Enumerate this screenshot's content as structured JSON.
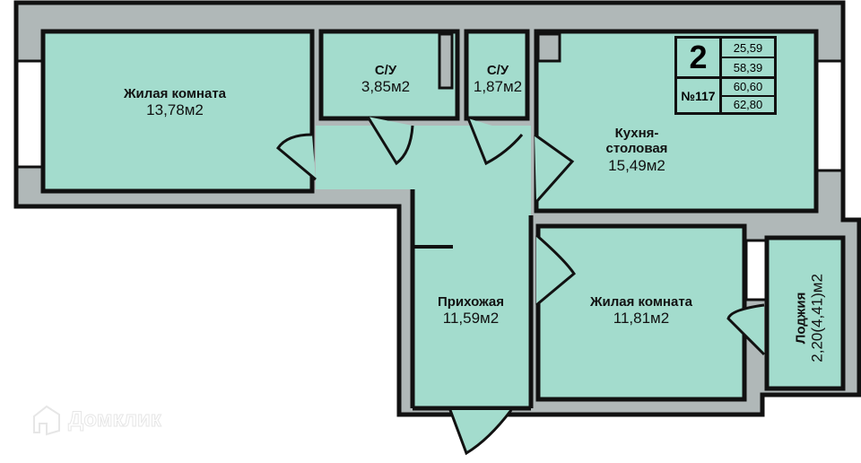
{
  "plan": {
    "rooms_count": "2",
    "apartment_number": "№117",
    "areas": [
      "25,59",
      "58,39",
      "60,60",
      "62,80"
    ]
  },
  "rooms": {
    "living1": {
      "name": "Жилая комната",
      "area": "13,78м2"
    },
    "bath1": {
      "name": "С/У",
      "area": "3,85м2"
    },
    "bath2": {
      "name": "С/У",
      "area": "1,87м2"
    },
    "kitchen": {
      "name": "Кухня-\nстоловая",
      "name_line1": "Кухня-",
      "name_line2": "столовая",
      "area": "15,49м2"
    },
    "hallway": {
      "name": "Прихожая",
      "area": "11,59м2"
    },
    "living2": {
      "name": "Жилая комната",
      "area": "11,81м2"
    },
    "loggia": {
      "name": "Лоджия",
      "area": "2,20(4,41)м2"
    }
  },
  "watermark": {
    "text": "Домклик"
  },
  "colors": {
    "floor": "#a3dccd",
    "wall": "#b0b8b8",
    "outline": "#111111"
  }
}
